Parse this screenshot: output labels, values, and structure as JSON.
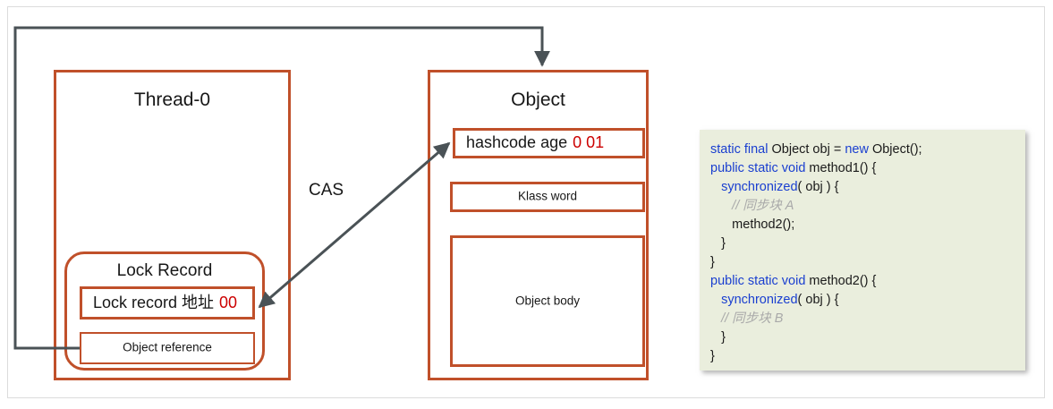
{
  "diagram": {
    "thread_box": {
      "title": "Thread-0"
    },
    "lock_record_box": {
      "title": "Lock Record",
      "rows": [
        {
          "label_main": "Lock record 地址",
          "label_bits": "00"
        },
        {
          "label_main": "Object reference",
          "label_bits": ""
        }
      ]
    },
    "object_box": {
      "title": "Object",
      "rows": [
        {
          "label_main": "hashcode age",
          "label_bits": "0 01"
        },
        {
          "label_main": "Klass word",
          "label_bits": ""
        },
        {
          "label_main": "Object body",
          "label_bits": ""
        }
      ]
    },
    "cas_label": "CAS",
    "colors": {
      "box_border": "#c0502a",
      "arrow": "#4a5256",
      "bits_red": "#cc0000",
      "code_bg": "#eaeedd",
      "code_keyword": "#1a3fd0",
      "code_comment": "#a9a9a9"
    }
  },
  "code": {
    "lines": [
      [
        {
          "t": "static final ",
          "c": "kw"
        },
        {
          "t": "Object obj = ",
          "c": ""
        },
        {
          "t": "new ",
          "c": "kw"
        },
        {
          "t": "Object();",
          "c": ""
        }
      ],
      [
        {
          "t": "public static void ",
          "c": "kw"
        },
        {
          "t": "method1() {",
          "c": ""
        }
      ],
      [
        {
          "t": "   ",
          "c": ""
        },
        {
          "t": "synchronized",
          "c": "kw"
        },
        {
          "t": "( obj ) {",
          "c": ""
        }
      ],
      [
        {
          "t": "      ",
          "c": ""
        },
        {
          "t": "// 同步块 A",
          "c": "cmt"
        }
      ],
      [
        {
          "t": "      method2();",
          "c": ""
        }
      ],
      [
        {
          "t": "   }",
          "c": ""
        }
      ],
      [
        {
          "t": "}",
          "c": ""
        }
      ],
      [
        {
          "t": "public static void ",
          "c": "kw"
        },
        {
          "t": "method2() {",
          "c": ""
        }
      ],
      [
        {
          "t": "   ",
          "c": ""
        },
        {
          "t": "synchronized",
          "c": "kw"
        },
        {
          "t": "( obj ) {",
          "c": ""
        }
      ],
      [
        {
          "t": "   ",
          "c": ""
        },
        {
          "t": "// 同步块 B",
          "c": "cmt"
        }
      ],
      [
        {
          "t": "   }",
          "c": ""
        }
      ],
      [
        {
          "t": "}",
          "c": ""
        }
      ]
    ]
  }
}
